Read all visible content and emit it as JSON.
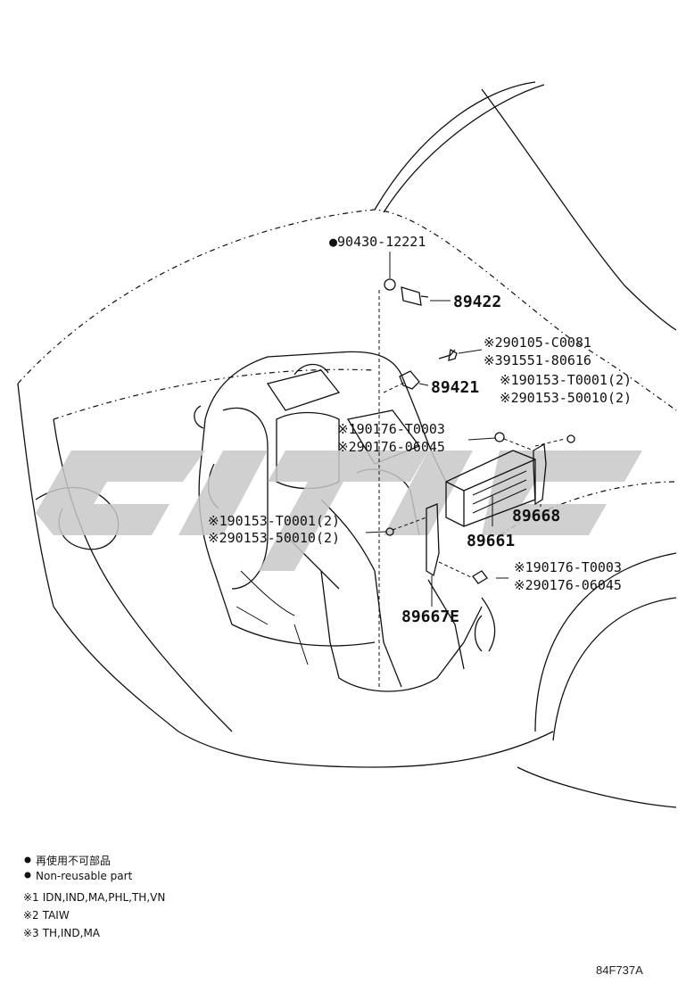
{
  "parts": {
    "sensor_bolt": {
      "bullet": "●",
      "number": "90430-12221"
    },
    "sensor_89422": {
      "number": "89422"
    },
    "bolt_group_1": {
      "mark1": "※2",
      "number1": "90105-C0081",
      "mark2": "※3",
      "number2": "91551-80616"
    },
    "sensor_89421": {
      "number": "89421"
    },
    "screw_group_top": {
      "mark1": "※1",
      "number1": "90153-T0001(2)",
      "mark2": "※2",
      "number2": "90153-50010(2)"
    },
    "nut_group_top": {
      "mark1": "※1",
      "number1": "90176-T0003",
      "mark2": "※2",
      "number2": "90176-06045"
    },
    "bracket_89668": {
      "number": "89668"
    },
    "screw_group_left": {
      "mark1": "※1",
      "number1": "90153-T0001(2)",
      "mark2": "※2",
      "number2": "90153-50010(2)"
    },
    "ecu_89661": {
      "number": "89661"
    },
    "nut_group_bottom": {
      "mark1": "※1",
      "number1": "90176-T0003",
      "mark2": "※2",
      "number2": "90176-06045"
    },
    "bracket_89667E": {
      "number": "89667E"
    }
  },
  "legend": {
    "nonreusable_jp": "再使用不可部品",
    "nonreusable_en": "Non-reusable part",
    "notes": [
      {
        "mark": "※1",
        "text": "IDN,IND,MA,PHL,TH,VN"
      },
      {
        "mark": "※2",
        "text": "TAIW"
      },
      {
        "mark": "※3",
        "text": "TH,IND,MA"
      }
    ]
  },
  "figure_code": "84F737A",
  "colors": {
    "ink": "#111111",
    "watermark": "#c8c8c8"
  }
}
